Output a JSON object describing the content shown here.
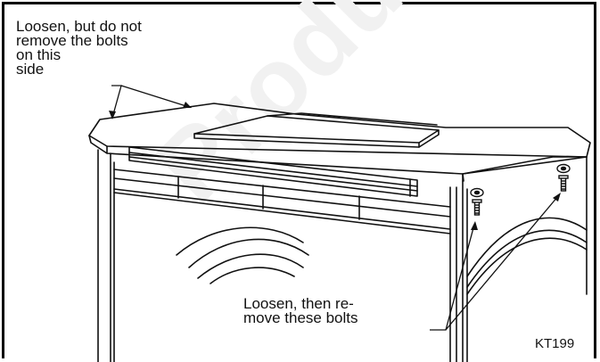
{
  "callouts": {
    "top_label": "Loosen, but do not\nremove the bolts\non this\nside",
    "bottom_label": "Loosen, then re-\nmove these bolts"
  },
  "figure_code": "KT199",
  "watermark_text": "Products"
}
